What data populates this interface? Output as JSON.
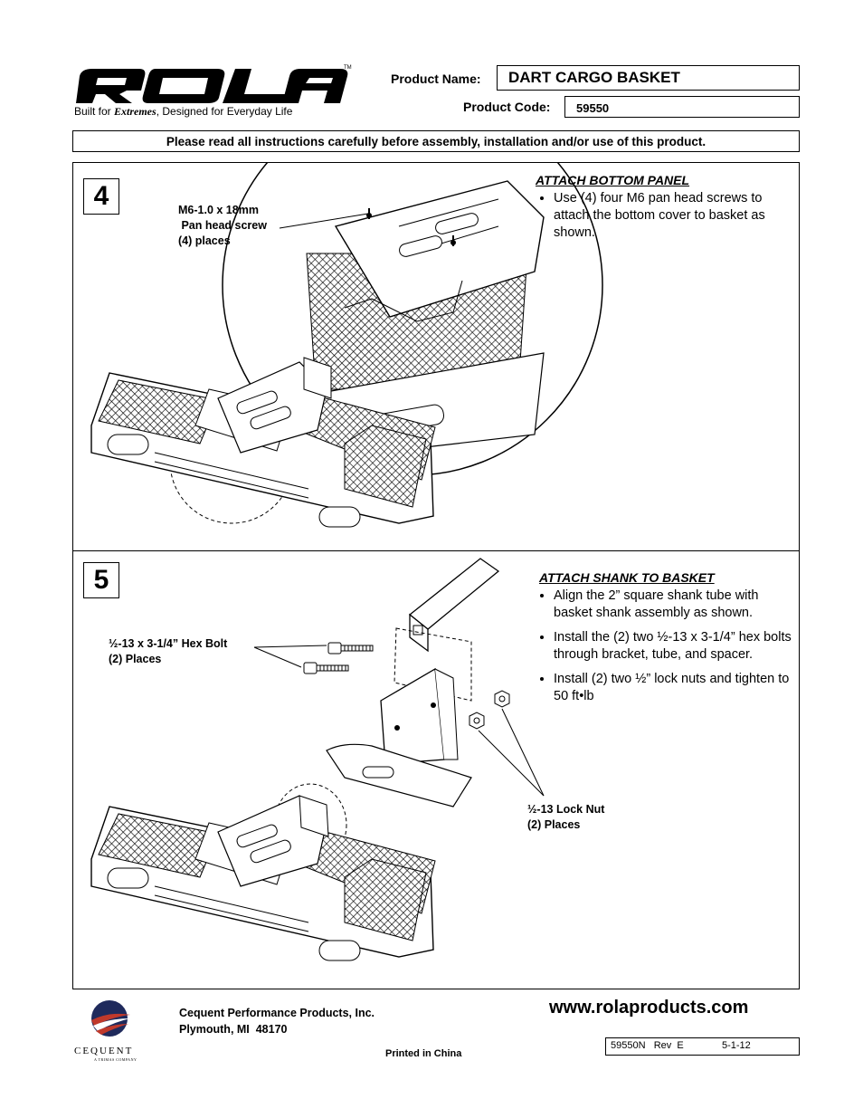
{
  "header": {
    "brand_logo": "ROLA",
    "brand_tagline_prefix": "Built for ",
    "brand_tagline_extreme": "Extremes",
    "brand_tagline_suffix": ", Designed for Everyday Life",
    "product_name_label": "Product Name:",
    "product_name_value": "DART CARGO BASKET",
    "product_code_label": "Product Code:",
    "product_code_value": "59550",
    "notice": "Please read all instructions carefully before assembly, installation and/or use of this product."
  },
  "steps": [
    {
      "number": "4",
      "heading": "ATTACH BOTTOM PANEL",
      "instructions": [
        "Use (4) four M6 pan head screws to attach the bottom cover to basket  as shown."
      ],
      "callouts": [
        {
          "lines": [
            "M6-1.0 x 18mm",
            " Pan head screw",
            "(4) places"
          ]
        }
      ]
    },
    {
      "number": "5",
      "heading": "ATTACH SHANK TO BASKET",
      "instructions": [
        "Align the 2” square shank tube with basket shank assembly as shown.",
        "Install the (2) two ½-13 x 3-1/4” hex bolts through bracket, tube, and spacer.",
        "Install (2) two ½” lock nuts and tighten to 50 ft•lb"
      ],
      "callouts": [
        {
          "lines": [
            "½-13 x 3-1/4” Hex Bolt",
            "(2) Places"
          ]
        },
        {
          "lines": [
            "½-13 Lock Nut",
            "(2) Places"
          ]
        }
      ]
    }
  ],
  "footer": {
    "company_logo": "CEQUENT",
    "company_logo_sub": "A TRIMAS COMPANY",
    "company_name": "Cequent Performance Products, Inc.",
    "company_city": "Plymouth, MI  48170",
    "website": "www.rolaproducts.com",
    "printed": "Printed in China",
    "doc_number": "59550N   Rev  E",
    "doc_date": "5-1-12"
  }
}
